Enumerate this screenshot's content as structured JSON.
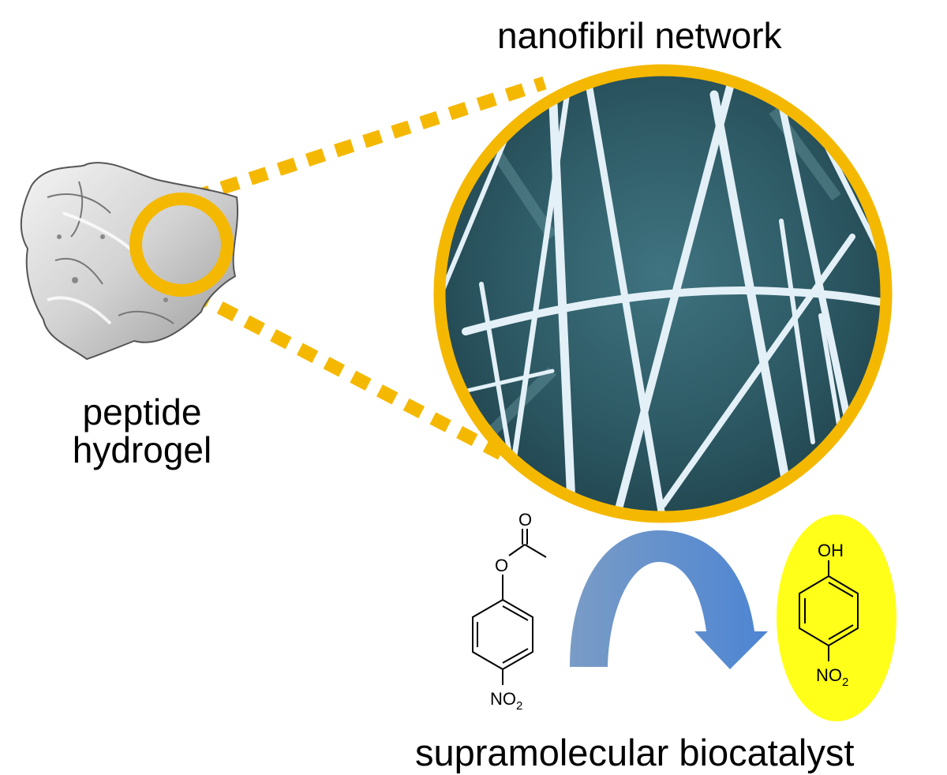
{
  "figure": {
    "network_label": "nanofibril network",
    "hydrogel_label_line1": "peptide",
    "hydrogel_label_line2": "hydrogel",
    "catalyst_label": "supramolecular biocatalyst"
  },
  "reactant": {
    "carbonyl_o": "O",
    "ester_o": "O",
    "nitro": "NO",
    "nitro_sub": "2"
  },
  "product": {
    "hydroxyl": "OH",
    "nitro": "NO",
    "nitro_sub": "2"
  },
  "colors": {
    "accent_orange": "#F5B800",
    "fiber_bg": "#2f5d66",
    "fiber": "#dfeef6",
    "arrow_blue": "#5b8ed0",
    "product_highlight": "#ffff1a"
  }
}
